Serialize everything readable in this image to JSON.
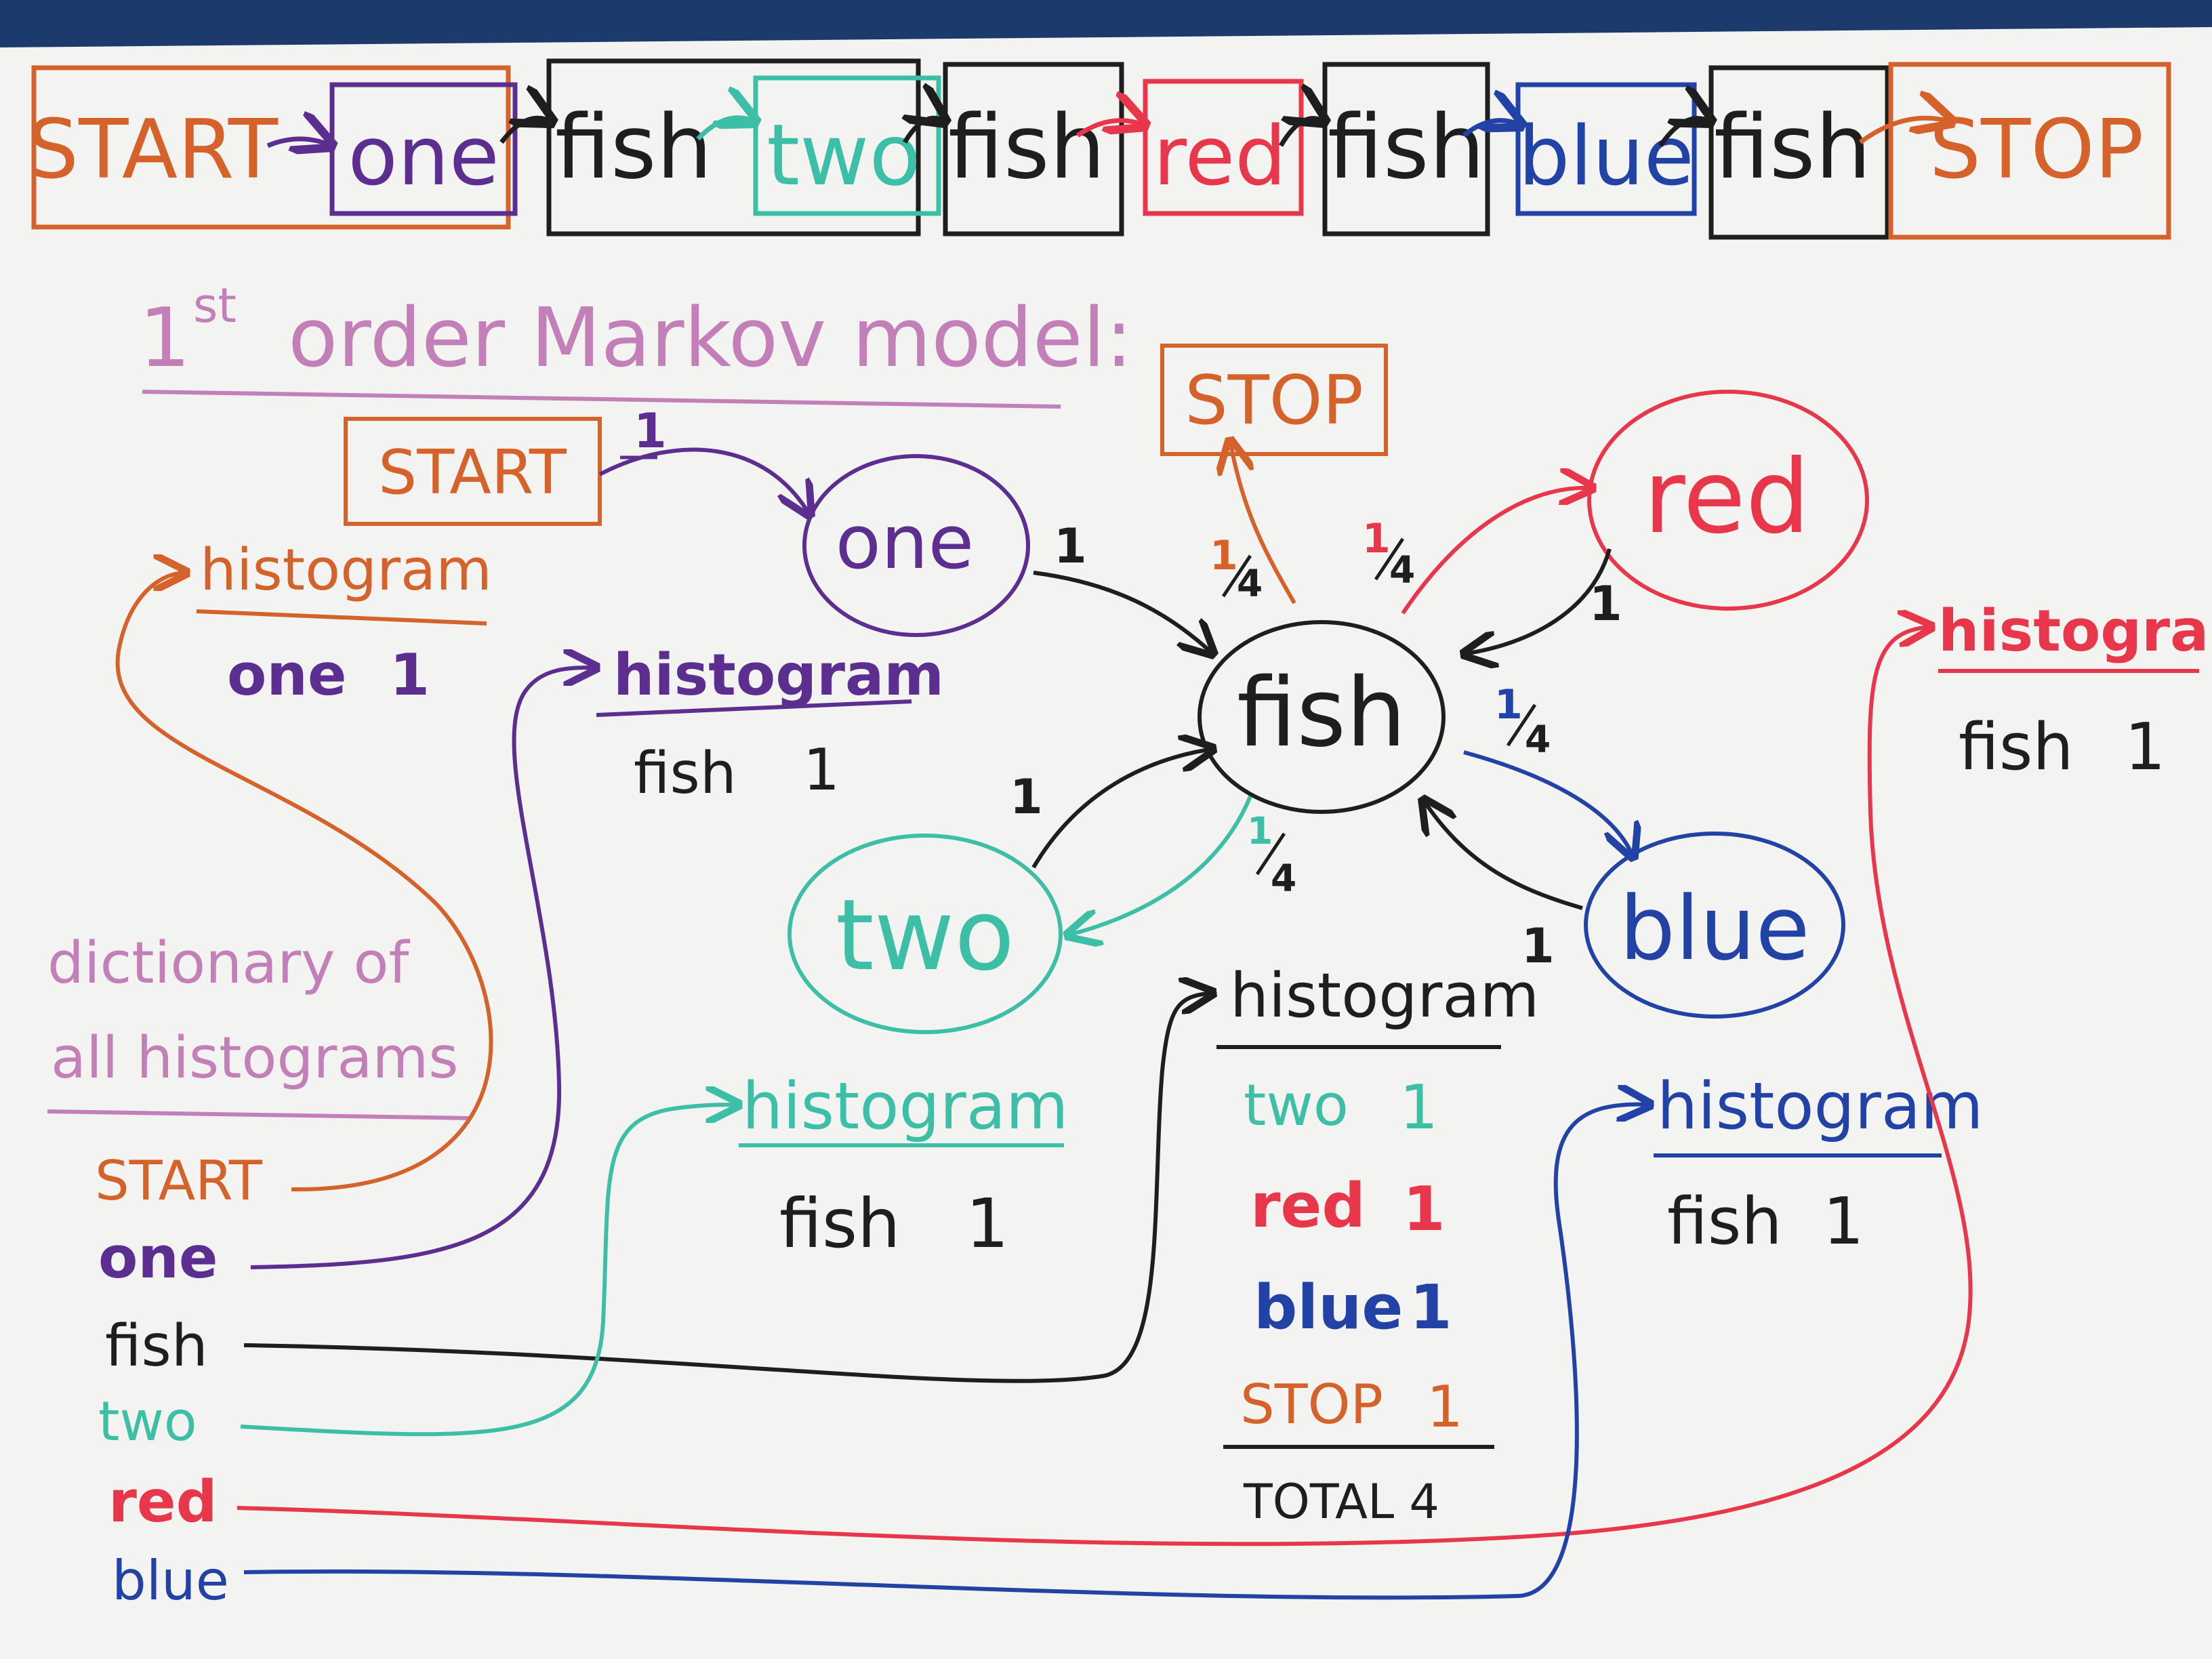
{
  "sequence": {
    "tokens": [
      {
        "label": "START",
        "color": "#d4622a"
      },
      {
        "label": "one",
        "color": "#5b2e8f"
      },
      {
        "label": "fish",
        "color": "#1e1e1e"
      },
      {
        "label": "two",
        "color": "#3dbfa7"
      },
      {
        "label": "fish",
        "color": "#1e1e1e"
      },
      {
        "label": "red",
        "color": "#e8364a"
      },
      {
        "label": "fish",
        "color": "#1e1e1e"
      },
      {
        "label": "blue",
        "color": "#2342a6"
      },
      {
        "label": "fish",
        "color": "#1e1e1e"
      },
      {
        "label": "STOP",
        "color": "#d4622a"
      }
    ]
  },
  "title": {
    "prefix": "1",
    "superscript": "st",
    "text": "order Markov model:"
  },
  "nodes": {
    "start": "START",
    "one": "one",
    "fish": "fish",
    "two": "two",
    "red": "red",
    "blue": "blue",
    "stop": "STOP"
  },
  "edges": {
    "start_one": "1",
    "one_fish": "1",
    "fish_stop": {
      "num": "1",
      "den": "4"
    },
    "fish_red": {
      "num": "1",
      "den": "4"
    },
    "red_fish": "1",
    "fish_blue": {
      "num": "1",
      "den": "4"
    },
    "blue_fish": "1",
    "fish_two": {
      "num": "1",
      "den": "4"
    },
    "two_fish": "1"
  },
  "histograms": {
    "heading": "histogram",
    "start": {
      "entries": [
        {
          "word": "one",
          "count": "1"
        }
      ]
    },
    "one": {
      "entries": [
        {
          "word": "fish",
          "count": "1"
        }
      ]
    },
    "two": {
      "entries": [
        {
          "word": "fish",
          "count": "1"
        }
      ]
    },
    "fish": {
      "entries": [
        {
          "word": "two",
          "count": "1"
        },
        {
          "word": "red",
          "count": "1"
        },
        {
          "word": "blue",
          "count": "1"
        },
        {
          "word": "STOP",
          "count": "1"
        }
      ],
      "total": "TOTAL 4"
    },
    "blue": {
      "entries": [
        {
          "word": "fish",
          "count": "1"
        }
      ]
    },
    "red": {
      "entries": [
        {
          "word": "fish",
          "count": "1"
        }
      ]
    }
  },
  "dictionary": {
    "title_line1": "dictionary of",
    "title_line2": "all histograms",
    "keys": [
      "START",
      "one",
      "fish",
      "two",
      "red",
      "blue"
    ]
  },
  "colors": {
    "orange": "#d4622a",
    "purple": "#5b2e8f",
    "black": "#1e1e1e",
    "teal": "#3dbfa7",
    "red": "#e8364a",
    "blue": "#2342a6",
    "pink": "#c27fb8",
    "board": "#f3f4f1"
  }
}
